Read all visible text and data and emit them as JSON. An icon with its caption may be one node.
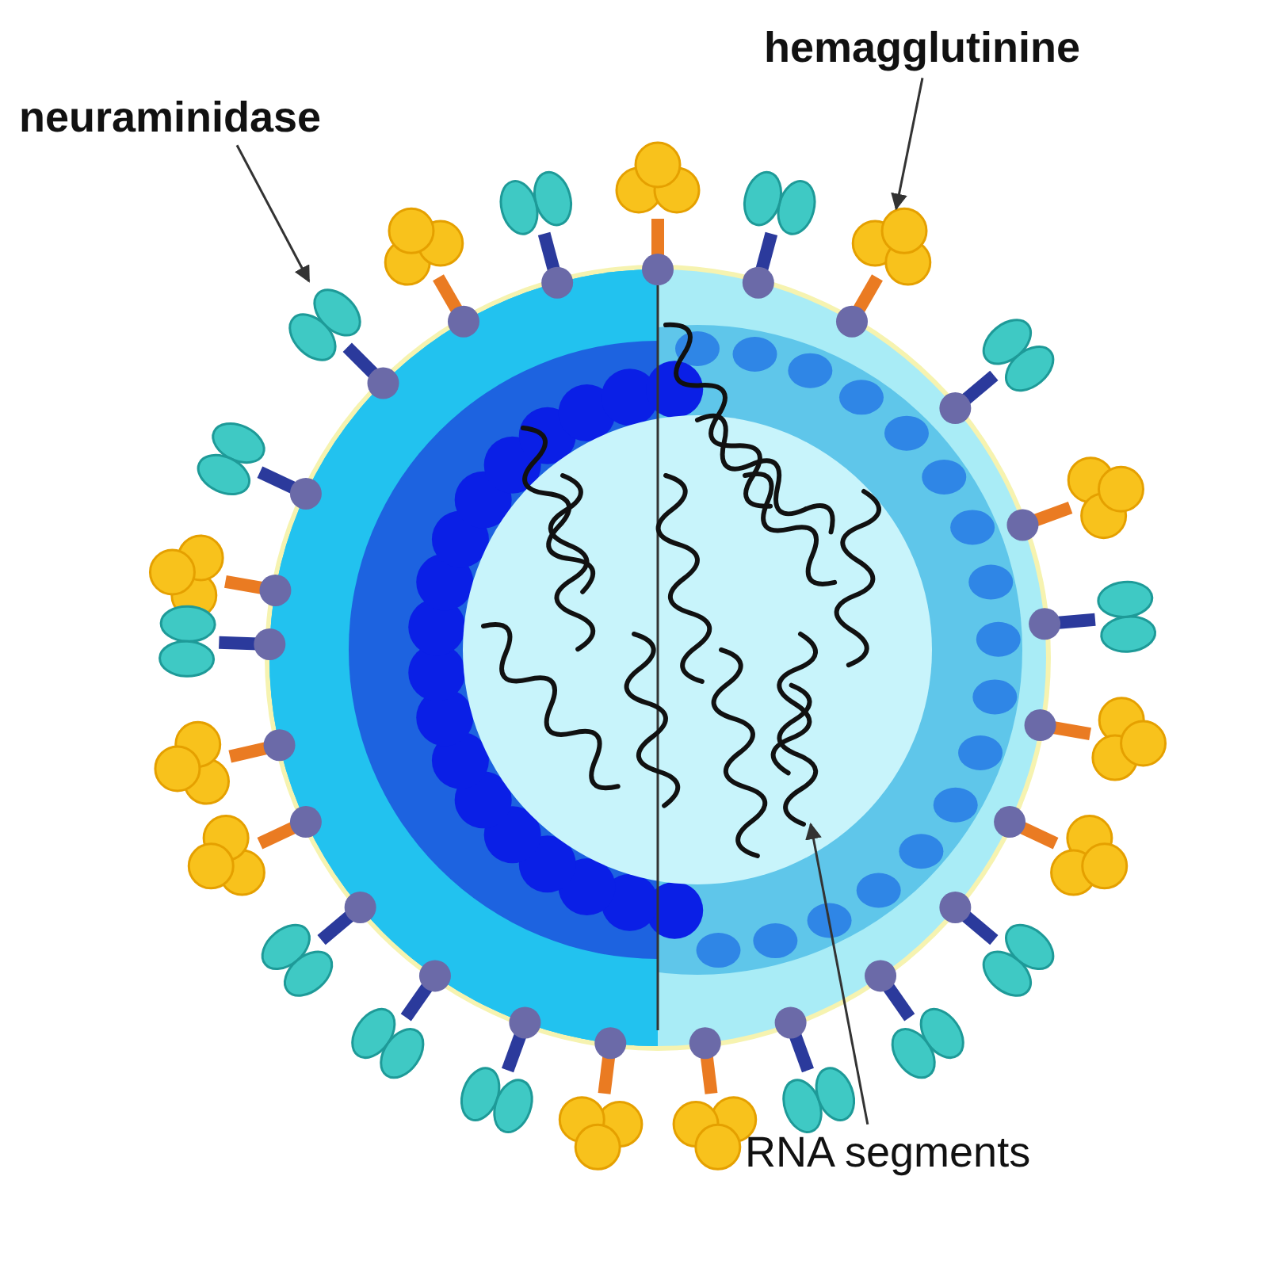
{
  "diagram": {
    "nodes": [
      {
        "text": [
          "neuraminidase"
        ]
      },
      {
        "text": [],
        "shape": "picture"
      },
      {
        "text": [
          "hemagglutinine"
        ]
      },
      {
        "text": [],
        "shape": "picture"
      },
      {
        "text": [
          "RNA segments"
        ]
      },
      {
        "text": [],
        "shape": "picture"
      }
    ],
    "edges": [
      {
        "from": 0,
        "to": 1,
        "arrow": "to"
      },
      {
        "from": 2,
        "to": 3,
        "arrow": "to"
      },
      {
        "from": 4,
        "to": 5,
        "arrow": "to"
      }
    ]
  }
}
